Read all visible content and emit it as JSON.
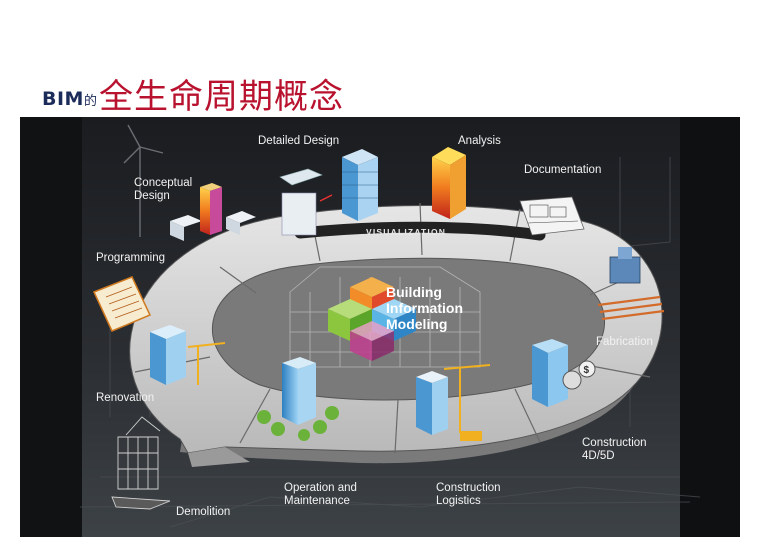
{
  "title": {
    "bim": "BIM",
    "de": "的",
    "main": "全生命周期概念"
  },
  "diagram": {
    "ring_label": "VISUALIZATION",
    "center": "Building\nInformation\nModeling",
    "stages": {
      "conceptual_design": "Conceptual\nDesign",
      "detailed_design": "Detailed Design",
      "analysis": "Analysis",
      "documentation": "Documentation",
      "fabrication": "Fabrication",
      "construction_4d5d": "Construction\n4D/5D",
      "construction_logistics": "Construction\nLogistics",
      "operation_maintenance": "Operation and\nMaintenance",
      "demolition": "Demolition",
      "renovation": "Renovation",
      "programming": "Programming"
    },
    "colors": {
      "ring": "#c9c9c9",
      "ring_shade": "#8c8c8c",
      "cube_orange": "#f28c28",
      "cube_green": "#8cc63f",
      "cube_blue": "#5ab4e6",
      "cube_red": "#e04a2a",
      "building_blue": "#6fb8e8",
      "building_orange": "#f0a030"
    },
    "icons": [
      "wind-turbine-icon",
      "crane-icon",
      "stopwatch-icon",
      "dollar-icon",
      "clipboard-icon",
      "bulldozer-icon"
    ]
  }
}
